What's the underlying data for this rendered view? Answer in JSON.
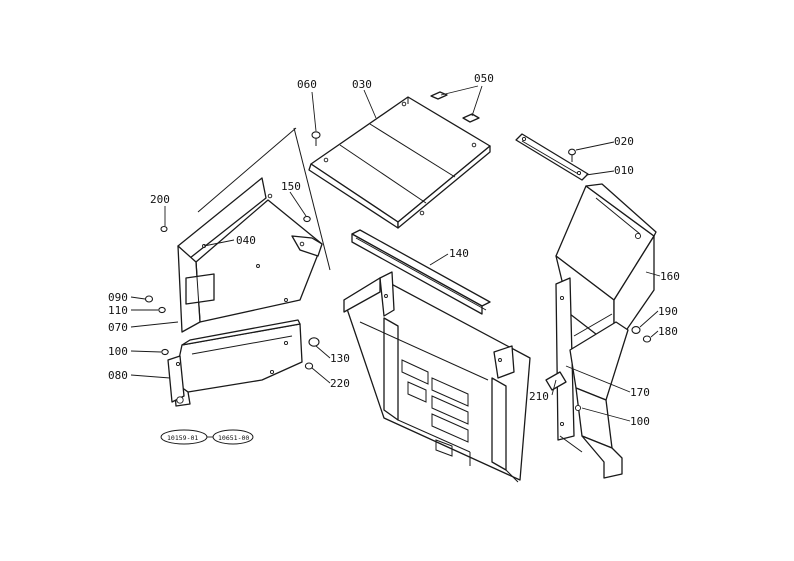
{
  "callouts": {
    "c060": "060",
    "c030": "030",
    "c050": "050",
    "c020": "020",
    "c010": "010",
    "c200": "200",
    "c150": "150",
    "c040": "040",
    "c140": "140",
    "c160": "160",
    "c090": "090",
    "c110": "110",
    "c070": "070",
    "c100a": "100",
    "c080": "080",
    "c130": "130",
    "c220": "220",
    "c190": "190",
    "c180": "180",
    "c170": "170",
    "c210": "210",
    "c100b": "100"
  },
  "references": {
    "ref_a": "10159-01",
    "ref_b": "10651-00"
  }
}
